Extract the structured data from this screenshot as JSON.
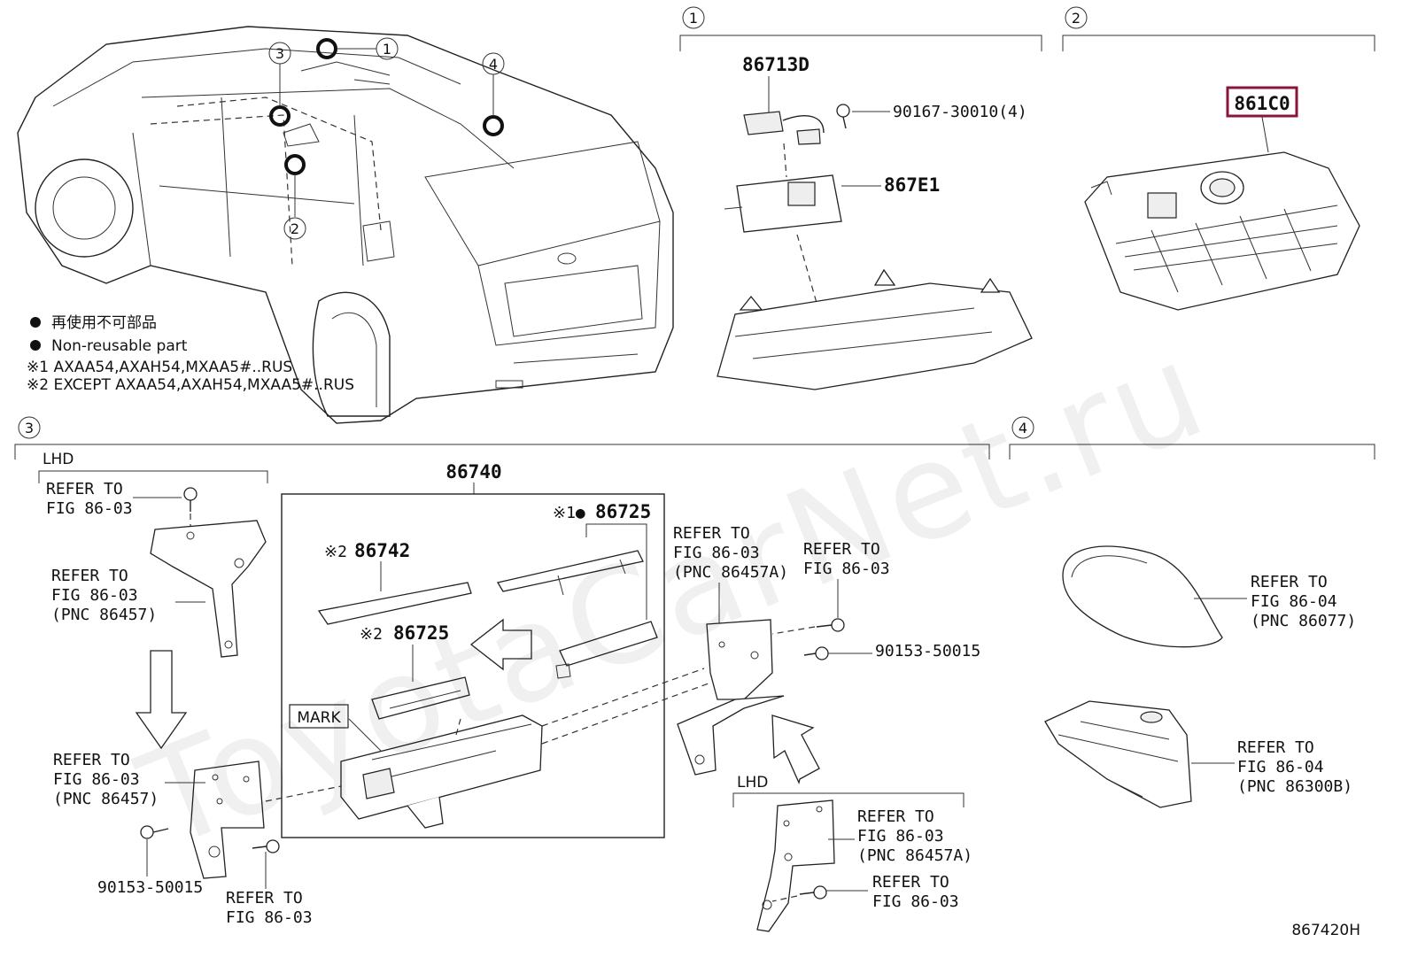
{
  "callouts": [
    "1",
    "2",
    "3",
    "4"
  ],
  "legend": {
    "line_jp": "再使用不可部品",
    "line_en": "Non-reusable part",
    "note1": "※1 AXAA54,AXAH54,MXAA5#..RUS",
    "note2": "※2 EXCEPT AXAA54,AXAH54,MXAA5#..RUS"
  },
  "section1": {
    "part_86713D": "86713D",
    "part_90167": "90167-30010(4)",
    "part_867E1": "867E1"
  },
  "section2": {
    "part_861C0": "861C0",
    "highlight_color": "#8a1538"
  },
  "section3": {
    "lhd_top": "LHD",
    "refer_a1": "REFER TO",
    "refer_a2": "FIG 86-03",
    "refer_b1": "REFER TO",
    "refer_b2": "FIG 86-03",
    "refer_b3": "(PNC 86457)",
    "refer_c1": "REFER TO",
    "refer_c2": "FIG 86-03",
    "refer_c3": "(PNC 86457)",
    "bolt_left": "90153-50015",
    "refer_d1": "REFER TO",
    "refer_d2": "FIG 86-03",
    "assy": "86740",
    "part_86742_prefix": "※2",
    "part_86742": "86742",
    "part_86725a_prefix": "※1●",
    "part_86725a": "86725",
    "part_86725b_prefix": "※2",
    "part_86725b": "86725",
    "mark": "MARK",
    "refer_e1": "REFER TO",
    "refer_e2": "FIG 86-03",
    "refer_e3": "(PNC 86457A)",
    "refer_f1": "REFER TO",
    "refer_f2": "FIG 86-03",
    "bolt_right": "90153-50015",
    "lhd_bottom": "LHD",
    "refer_g1": "REFER TO",
    "refer_g2": "FIG 86-03",
    "refer_g3": "(PNC 86457A)",
    "refer_h1": "REFER TO",
    "refer_h2": "FIG 86-03"
  },
  "section4": {
    "refer_a1": "REFER TO",
    "refer_a2": "FIG 86-04",
    "refer_a3": "(PNC 86077)",
    "refer_b1": "REFER TO",
    "refer_b2": "FIG 86-04",
    "refer_b3": "(PNC 86300B)"
  },
  "figure_code": "867420H",
  "watermark": "ToyotaCarNet.ru"
}
